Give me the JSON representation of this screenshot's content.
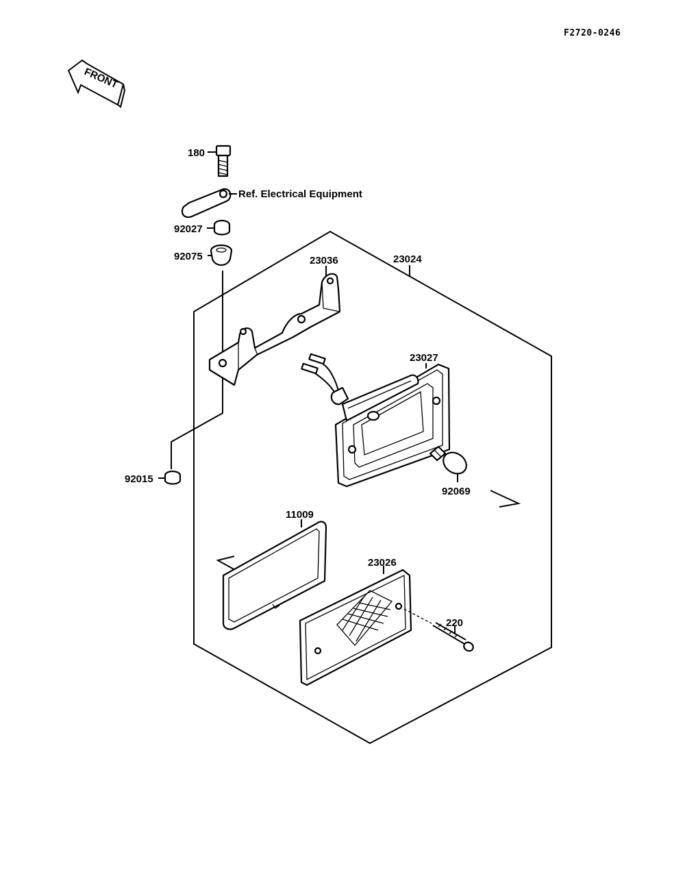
{
  "figure_code": "F2720-0246",
  "front_arrow_text": "FRONT",
  "labels": {
    "bolt": "180",
    "ref_note": "Ref. Electrical Equipment",
    "collar": "92027",
    "grommet": "92075",
    "bracket": "23036",
    "assembly": "23024",
    "housing": "23027",
    "nut": "92015",
    "bulb": "92069",
    "gasket": "11009",
    "lens": "23026",
    "screw": "220"
  }
}
